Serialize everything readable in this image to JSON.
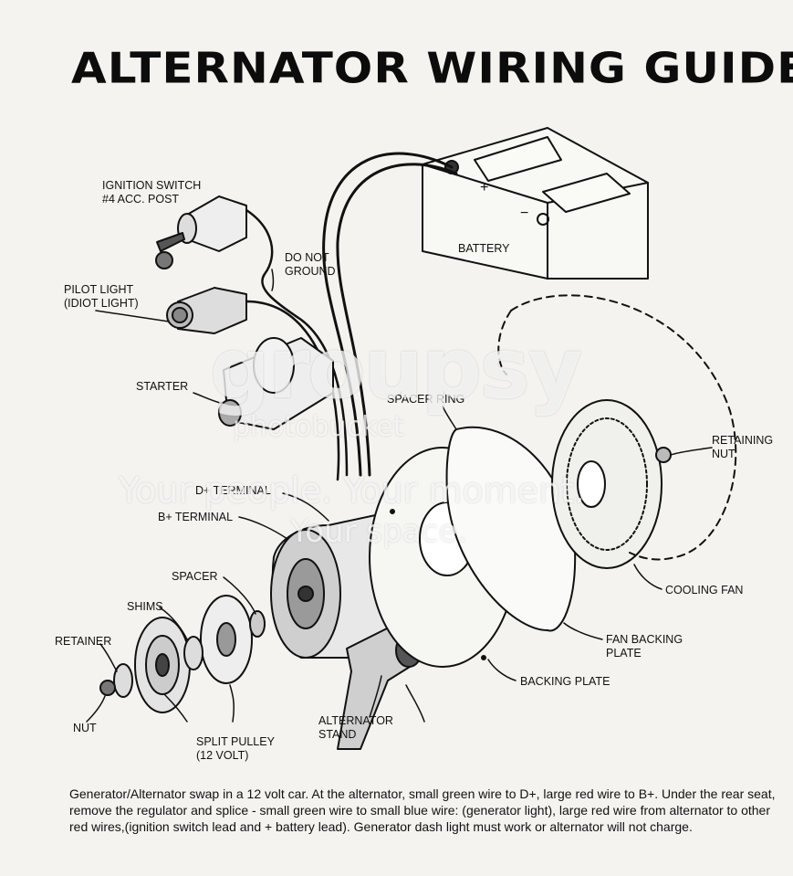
{
  "title": "ALTERNATOR WIRING GUIDE",
  "labels": {
    "ignition_switch": "IGNITION SWITCH\n#4 ACC. POST",
    "do_not_ground": "DO NOT\nGROUND",
    "battery": "BATTERY",
    "pilot_light": "PILOT LIGHT\n(IDIOT LIGHT)",
    "starter": "STARTER",
    "spacer_ring": "SPACER RING",
    "retaining_nut": "RETAINING\nNUT",
    "d_plus_terminal": "D+ TERMINAL",
    "b_plus_terminal": "B+ TERMINAL",
    "spacer": "SPACER",
    "shims": "SHIMS",
    "retainer": "RETAINER",
    "nut": "NUT",
    "split_pulley": "SPLIT PULLEY\n(12 VOLT)",
    "alternator_stand": "ALTERNATOR\nSTAND",
    "backing_plate": "BACKING PLATE",
    "fan_backing_plate": "FAN BACKING\nPLATE",
    "cooling_fan": "COOLING FAN"
  },
  "battery_terminals": {
    "plus": "+",
    "minus": "−"
  },
  "caption": "Generator/Alternator swap in a 12 volt car. At the alternator, small green wire to D+, large red wire to B+. Under the rear seat, remove the regulator and splice - small green wire to small blue wire: (generator light), large red wire from alternator to other red wires,(ignition switch lead and + battery lead). Generator dash light must work or alternator will not charge.",
  "watermark": {
    "brand": "groupsy",
    "host": "photobucket",
    "line1": "Your people. Your moment.",
    "line2": "Your space."
  },
  "colors": {
    "ink": "#111111",
    "paper": "#f4f3ef"
  }
}
